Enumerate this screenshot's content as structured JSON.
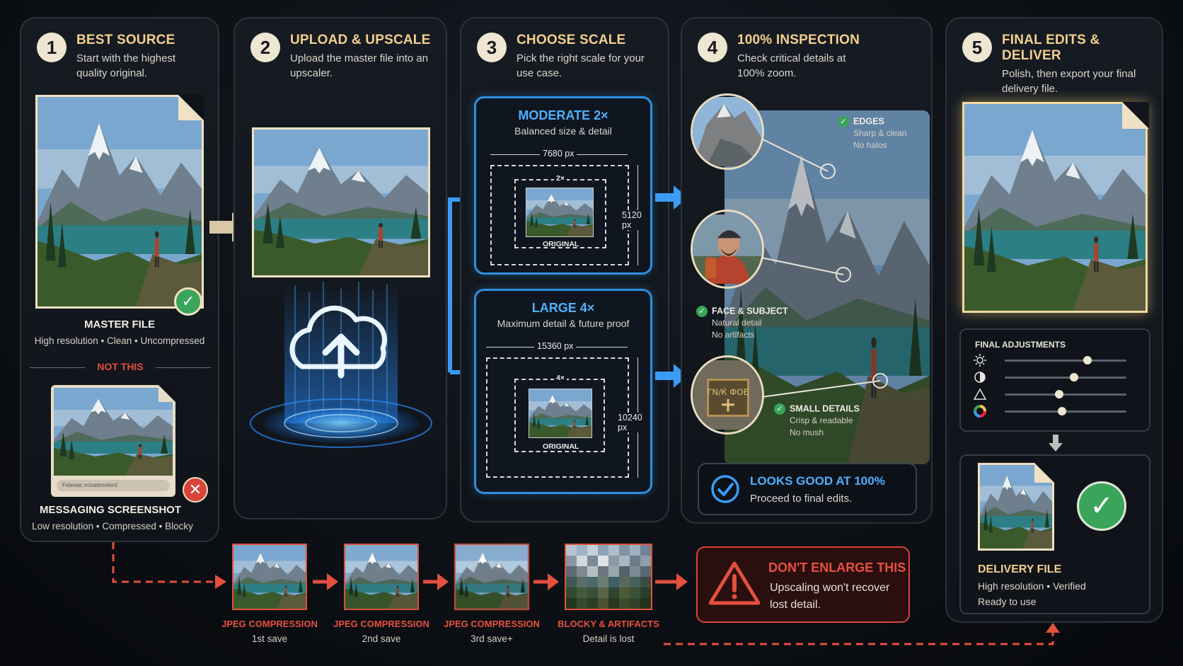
{
  "steps": [
    {
      "num": "1",
      "title": "BEST SOURCE",
      "desc": "Start with the highest quality original."
    },
    {
      "num": "2",
      "title": "UPLOAD & UPSCALE",
      "desc": "Upload the master file into an upscaler."
    },
    {
      "num": "3",
      "title": "CHOOSE SCALE",
      "desc": "Pick the right scale for your use case."
    },
    {
      "num": "4",
      "title": "100% INSPECTION",
      "desc": "Check critical details at 100% zoom."
    },
    {
      "num": "5",
      "title": "FINAL EDITS & DELIVER",
      "desc": "Polish, then export your final delivery file."
    }
  ],
  "source": {
    "master_title": "MASTER FILE",
    "master_sub": "High resolution • Clean • Uncompressed",
    "not_this": "NOT THIS",
    "screenshot_field_text": "Feteeac nosateneterd",
    "messaging_title": "MESSAGING SCREENSHOT",
    "messaging_sub": "Low resolution • Compressed • Blocky"
  },
  "scales": {
    "moderate": {
      "title": "MODERATE 2×",
      "sub": "Balanced size & detail",
      "width": "7680 px",
      "height": "5120 px",
      "factor": "2×",
      "original": "ORIGINAL"
    },
    "large": {
      "title": "LARGE 4×",
      "sub": "Maximum detail & future proof",
      "width": "15360 px",
      "height": "10240 px",
      "factor": "4×",
      "original": "ORIGINAL"
    }
  },
  "inspection": {
    "edges": {
      "title": "EDGES",
      "line1": "Sharp & clean",
      "line2": "No halos"
    },
    "face": {
      "title": "FACE & SUBJECT",
      "line1": "Natural detail",
      "line2": "No artifacts"
    },
    "small": {
      "title": "SMALL DETAILS",
      "line1": "Crisp & readable",
      "line2": "No mush"
    },
    "sign_text": "ΓΝ/Ќ ФОЕ",
    "ok_title": "LOOKS GOOD AT 100%",
    "ok_sub": "Proceed to final edits."
  },
  "final": {
    "adjustments_title": "FINAL ADJUSTMENTS",
    "sliders": [
      {
        "icon": "brightness-icon",
        "value": 0.68
      },
      {
        "icon": "contrast-icon",
        "value": 0.57
      },
      {
        "icon": "sharpness-icon",
        "value": 0.45
      },
      {
        "icon": "color-icon",
        "value": 0.47
      }
    ],
    "delivery_title": "DELIVERY FILE",
    "delivery_sub1": "High resolution • Verified",
    "delivery_sub2": "Ready to use"
  },
  "compression": [
    {
      "title": "JPEG COMPRESSION",
      "sub": "1st save"
    },
    {
      "title": "JPEG COMPRESSION",
      "sub": "2nd save"
    },
    {
      "title": "JPEG COMPRESSION",
      "sub": "3rd save+"
    },
    {
      "title": "BLOCKY & ARTIFACTS",
      "sub": "Detail is lost"
    }
  ],
  "warning": {
    "title": "DON'T ENLARGE THIS",
    "line1": "Upscaling won't recover",
    "line2": "lost detail."
  },
  "colors": {
    "accent_gold": "#f3cf8e",
    "accent_blue": "#4fb0ff",
    "warn_red": "#e3503f",
    "ok_green": "#3aa55a"
  }
}
